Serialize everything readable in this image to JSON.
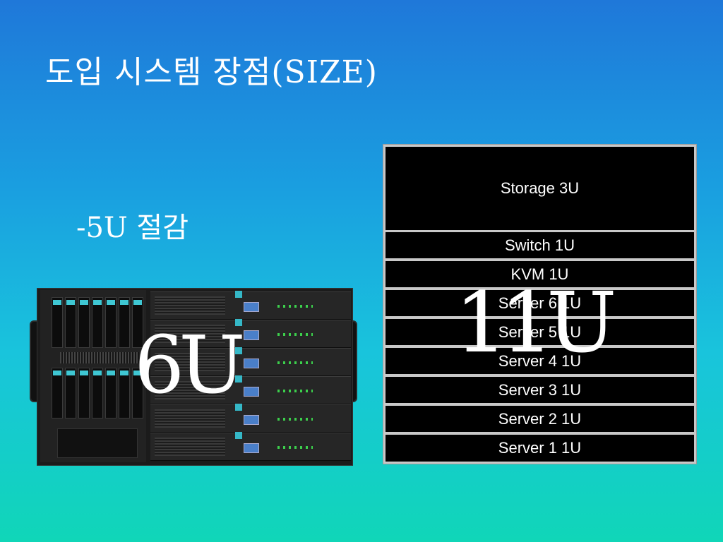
{
  "slide": {
    "title": "도입 시스템 장점(SIZE)",
    "subtitle": "-5U 절감",
    "left_size": "6U",
    "right_size": "11U"
  },
  "rack": {
    "slots": [
      {
        "label": "Storage 3U"
      },
      {
        "label": "Switch 1U"
      },
      {
        "label": "KVM 1U"
      },
      {
        "label": "Server 6 1U"
      },
      {
        "label": "Server 5 1U"
      },
      {
        "label": "Server 4 1U"
      },
      {
        "label": "Server 3 1U"
      },
      {
        "label": "Server 2 1U"
      },
      {
        "label": "Server 1 1U"
      }
    ]
  },
  "image": {
    "icon": "multi-flex-server-chassis-icon"
  }
}
